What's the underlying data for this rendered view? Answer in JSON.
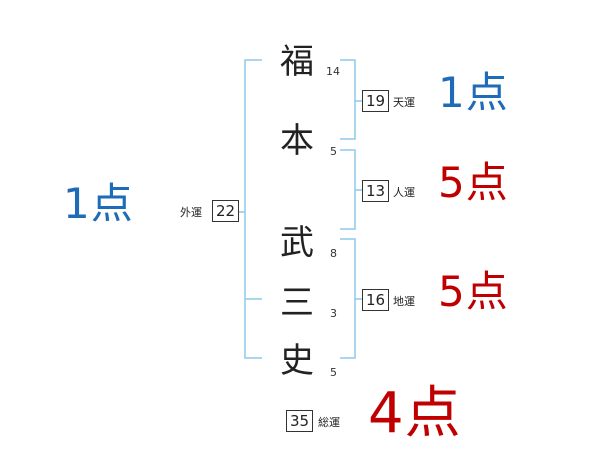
{
  "name": {
    "surname": [
      {
        "char": "福",
        "strokes": "14"
      },
      {
        "char": "本",
        "strokes": "5"
      }
    ],
    "given": [
      {
        "char": "武",
        "strokes": "8"
      },
      {
        "char": "三",
        "strokes": "3"
      },
      {
        "char": "史",
        "strokes": "5"
      }
    ]
  },
  "fortunes": {
    "ten": {
      "label": "天運",
      "value": "19",
      "score": "1点"
    },
    "jin": {
      "label": "人運",
      "value": "13",
      "score": "5点"
    },
    "chi": {
      "label": "地運",
      "value": "16",
      "score": "5点"
    },
    "gai": {
      "label": "外運",
      "value": "22",
      "score": "1点"
    },
    "sou": {
      "label": "総運",
      "value": "35",
      "score": "4点"
    }
  },
  "colors": {
    "bracket": "#8ec9ea",
    "blue_score": "#1e6bb8",
    "red_score": "#c00000"
  }
}
